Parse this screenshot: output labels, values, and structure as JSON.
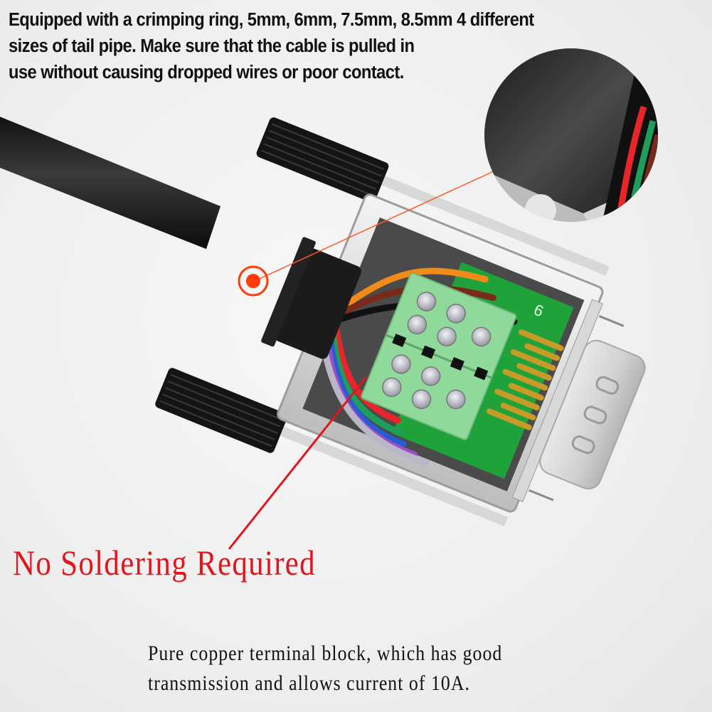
{
  "top_caption": {
    "lines": [
      "Equipped with a crimping ring, 5mm, 6mm, 7.5mm, 8.5mm 4 different",
      "sizes of tail pipe. Make sure that the cable is pulled in",
      "use without causing dropped wires or poor contact."
    ]
  },
  "callout": {
    "label": "No Soldering Required",
    "color": "#e3151c"
  },
  "bottom_caption": {
    "lines": [
      "Pure copper terminal block, which has good",
      "transmission and allows current of 10A."
    ]
  },
  "product": {
    "pcb_label": "6",
    "accent_marker_color": "#ff3b0a",
    "terminal_color": "#8fd99a",
    "pcb_color": "#1fa23a",
    "wire_colors": [
      "#e8262a",
      "#1f9e5a",
      "#2a5bd6",
      "#9b4fc2",
      "#b9b6c8",
      "#f08a1a",
      "#7a2a1a",
      "#111111",
      "#f2c500"
    ]
  }
}
